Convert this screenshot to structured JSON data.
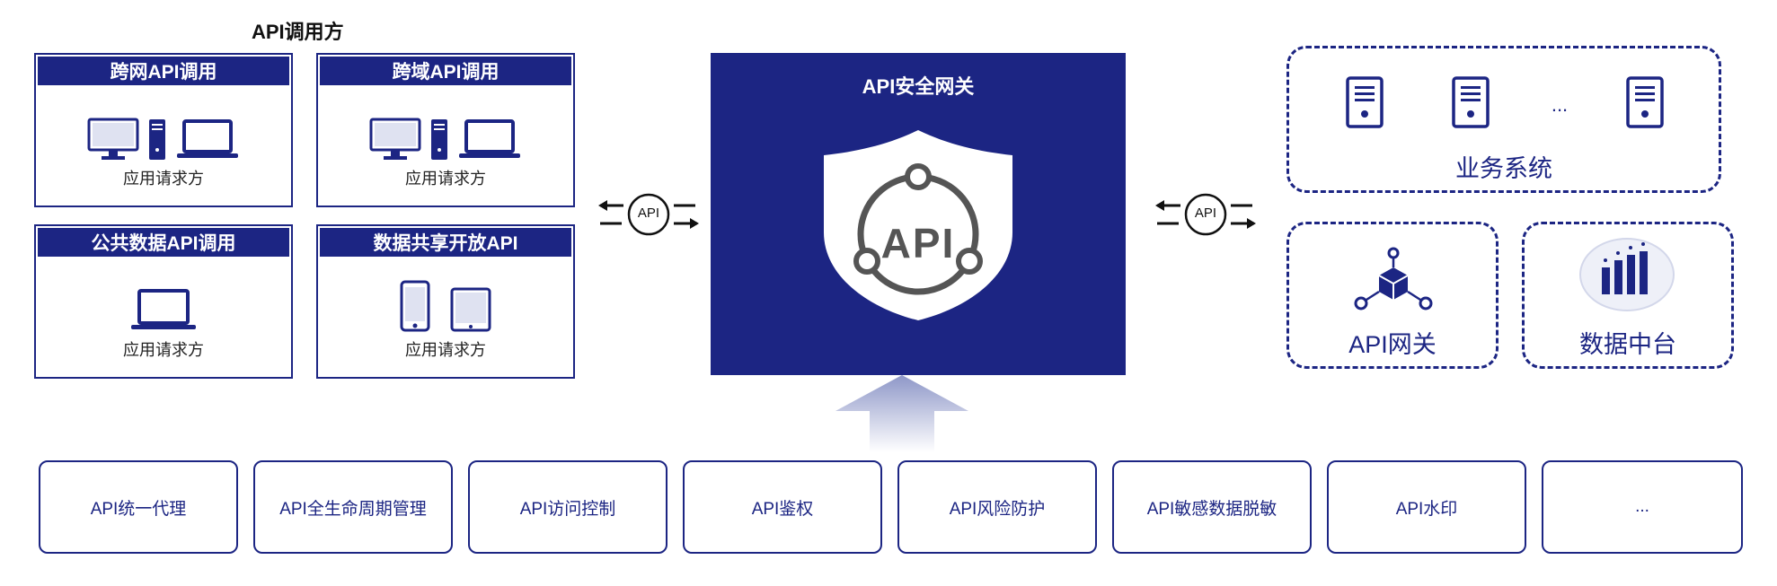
{
  "callers": {
    "title": "API调用方",
    "boxes": [
      {
        "title": "跨网API调用",
        "label": "应用请求方",
        "icons": [
          "desktop-monitor-icon",
          "pc-tower-icon",
          "laptop-icon"
        ]
      },
      {
        "title": "跨域API调用",
        "label": "应用请求方",
        "icons": [
          "desktop-monitor-icon",
          "pc-tower-icon",
          "laptop-icon"
        ]
      },
      {
        "title": "公共数据API调用",
        "label": "应用请求方",
        "icons": [
          "laptop-icon"
        ]
      },
      {
        "title": "数据共享开放API",
        "label": "应用请求方",
        "icons": [
          "smartphone-icon",
          "tablet-icon"
        ]
      }
    ]
  },
  "exchange_label": "API",
  "gateway": {
    "title": "API安全网关",
    "shield_text": "API"
  },
  "backend": {
    "business": {
      "label": "业务系统",
      "ellipsis": "...",
      "icons": [
        "server-icon",
        "server-icon",
        "server-icon"
      ]
    },
    "api_gateway": {
      "label": "API网关",
      "icon": "network-cube-icon"
    },
    "data_platform": {
      "label": "数据中台",
      "icon": "bar-chart-icon"
    }
  },
  "capabilities": [
    "API统一代理",
    "API全生命周期管理",
    "API访问控制",
    "API鉴权",
    "API风险防护",
    "API敏感数据脱敏",
    "API水印",
    "..."
  ],
  "colors": {
    "primary": "#1c2583",
    "arrow_gradient_top": "#8e97c8",
    "arrow_gradient_bottom": "#ffffff"
  }
}
